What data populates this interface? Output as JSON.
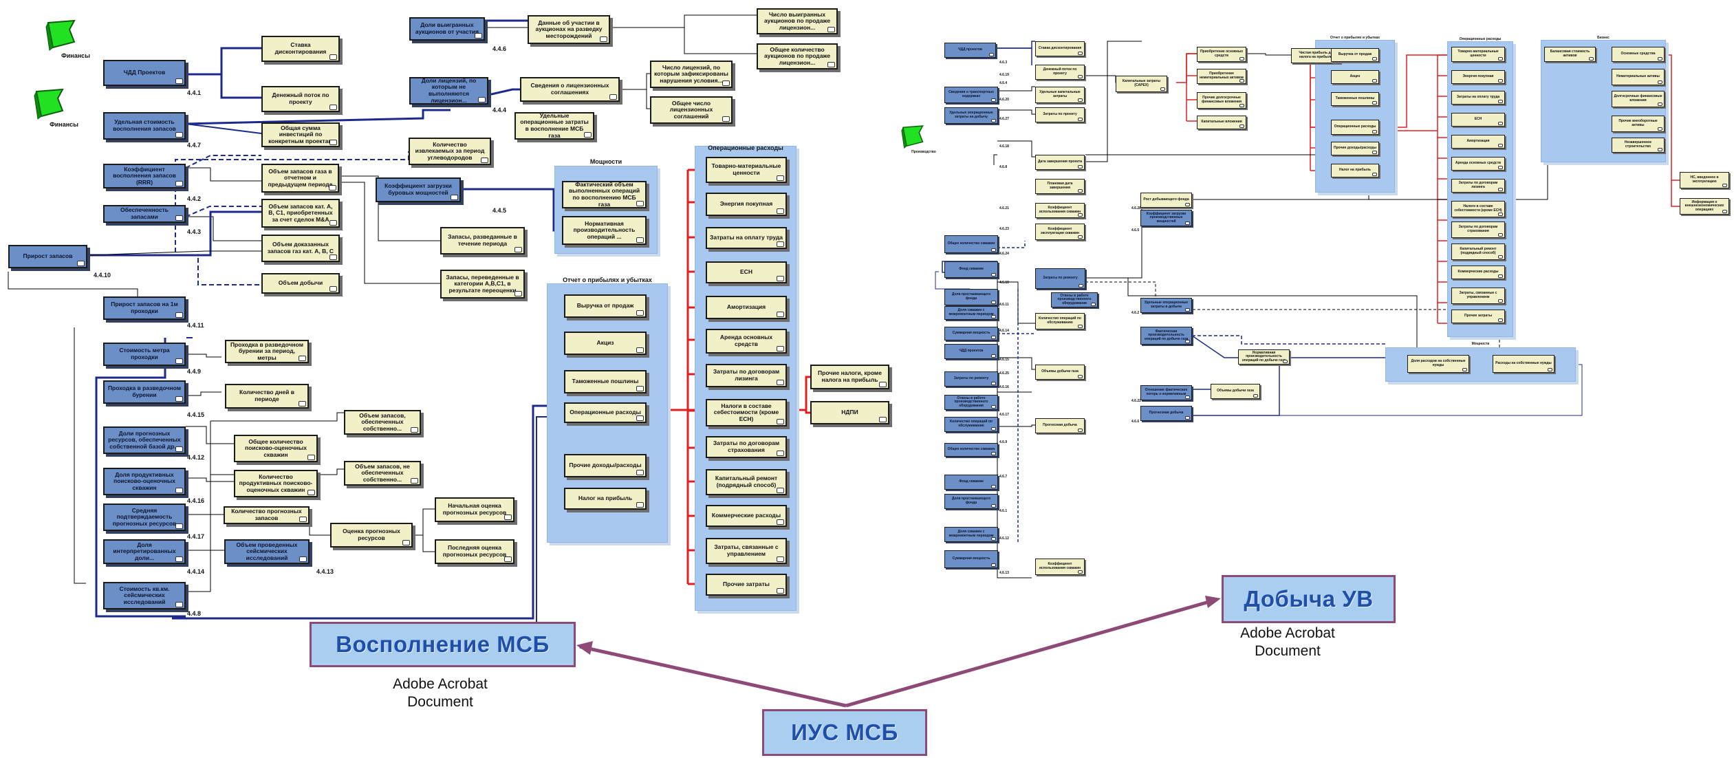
{
  "left_diagram": {
    "icon_labels": [
      "Финансы",
      "Финансы"
    ],
    "panel_titles": {
      "left": "Отчет о прибылях и убытках",
      "right": "Операционные расходы",
      "mid": "Мощности"
    },
    "codes": [
      "4.4.1",
      "4.4.7",
      "4.4.2",
      "4.4.3",
      "4.4.10",
      "4.4.6",
      "4.4.4",
      "4.4.5",
      "4.4.11",
      "4.4.9",
      "4.4.15",
      "4.4.12",
      "4.4.16",
      "4.4.17",
      "4.4.14",
      "4.4.13",
      "4.4.8"
    ],
    "nodes": [
      "ЧДД Проектов",
      "Ставка дисконтирования",
      "Денежный поток по проекту",
      "Удельная стоимость восполнения запасов",
      "Общая сумма инвестиций по конкретным проектам",
      "Коэффициент восполнения запасов (RRR)",
      "Объем запасов газа в отчетном и предыдущем периоде",
      "Обеспеченность запасами",
      "Объем запасов кат. А, В, С1, приобретенных за счет сделок M&A",
      "Прирост запасов",
      "Объем доказанных запасов газ кат. А, В, С",
      "Объем добычи",
      "Доли выигранных аукционов от участия",
      "Данные об участии в аукционах на разведку месторождений",
      "Число выигранных аукционов по продаже лицензион...",
      "Общее количество аукционов по продаже лицензион...",
      "Доли лицензий, по которым не выполняются лицензион...",
      "Сведения о лицензионных соглашениях",
      "Число лицензий, по которым зафиксированы нарушения условия...",
      "Общее число лицензионных соглашений",
      "Удельные операционные затраты в восполнение МСБ газа",
      "Количество извлекаемых за период углеводородов",
      "Коэффициент загрузки буровых мощностей",
      "Фактический объем выполненных операций по восполнению МСБ газа",
      "Нормативная производительность операций ...",
      "Запасы, разведанные в течение периода",
      "Запасы, переведенные в категории А,В,С1, в результате переоценки",
      "Прирост запасов на 1м проходки",
      "Стоимость метра проходки",
      "Проходка в разведочном бурении за период, метры",
      "Проходка в разведочном бурении",
      "Количество дней в периоде",
      "Доли прогнозных ресурсов, обеспеченных собственной базой др...",
      "Общее количество поисково-оценочных скважин",
      "Объем запасов, обеспеченных собственно...",
      "Доля продуктивных поисково-оценочных скважин",
      "Количество продуктивных поисково-оценочных скважин",
      "Объем запасов, не обеспеченных собственно...",
      "Средняя подтверждаемость прогнозных ресурсов",
      "Количество прогнозных запасов",
      "Оценка прогнозных ресурсов",
      "Начальная оценка прогнозных ресурсов",
      "Последняя оценка прогнозных ресурсов",
      "Доля интерпретированных доли...",
      "Объем проведенных сейсмических исследований",
      "Стоимость кв.км. сейсмических исследований",
      "Выручка от продаж",
      "Акциз",
      "Таможенные пошлины",
      "Операционные расходы",
      "Прочие доходы/расходы",
      "Налог на прибыль",
      "Товарно-материальные ценности",
      "Энергия покупная",
      "Затраты на оплату труда",
      "ЕСН",
      "Амортизация",
      "Аренда основных средств",
      "Затраты по договорам лизинга",
      "Налоги в составе себестоимости (кроме ЕСН)",
      "Затраты по договорам страхования",
      "Капитальный ремонт (подрядный способ)",
      "Коммерческие расходы",
      "Затраты, связанные с управлением",
      "Прочие затраты",
      "Прочие налоги, кроме налога на прибыль",
      "НДПИ"
    ]
  },
  "right_diagram": {
    "icon_label": "Производство",
    "panel_titles": [
      "Отчет о прибылях и убытках",
      "Операционные расходы",
      "Бизнес",
      "Мощности"
    ],
    "codes": [
      "4.6.3",
      "4.6.19",
      "4.6.4",
      "4.6.20",
      "4.6.27",
      "4.6.18",
      "4.6.8",
      "4.6.28",
      "4.6.21",
      "4.6.23",
      "4.6.24",
      "4.6.10",
      "4.6.11",
      "4.6.2",
      "4.6.14",
      "4.6.22",
      "4.6.6",
      "4.6.5",
      "4.6.15",
      "4.6.25",
      "4.6.16",
      "4.6.17",
      "4.6.9",
      "4.6.7",
      "4.6.1",
      "4.6.12",
      "4.6.13"
    ],
    "nodes": [
      "ЧДД проектов",
      "Ставка дисконтирования",
      "Денежный поток по проекту",
      "Капитальные затраты (CAPEX)",
      "Приобретение основных средств",
      "Приобретение нематериальных активов",
      "Прочие долгосрочные финансовые вложения",
      "Капитальные вложения",
      "Чистая прибыль до налога на прибыль",
      "Выручка от продаж",
      "Акциз",
      "Таможенные пошлины",
      "Операционные расходы",
      "Прочие доходы/расходы",
      "Налог на прибыль",
      "Товарно-материальные ценности",
      "Энергия покупная",
      "Затраты на оплату труда",
      "ЕСН",
      "Амортизация",
      "Аренда основных средств",
      "Затраты по договорам лизинга",
      "Налоги в составе себестоимости (кроме ЕСН)",
      "Затраты по договорам страхования",
      "Капитальный ремонт (подрядный способ)",
      "Коммерческие расходы",
      "Затраты, связанные с управлением",
      "Прочие затраты",
      "Балансовая стоимость активов",
      "Основные средства",
      "Нематериальные активы",
      "Долгосрочные финансовые вложения",
      "Прочие внеоборотные активы",
      "Незавершенное строительство",
      "НС, введенное в эксплуатацию",
      "Информация о внешнеэкономических операциях",
      "Сведения о транспортных издержках",
      "Удельные операционные затраты на добычу",
      "Удельные капитальные затраты",
      "Затраты по проекту",
      "Дата завершения проекта",
      "Плановая дата завершения",
      "Коэффициент использования скважин",
      "Коэффициент эксплуатации скважин",
      "Рост добывающего фонда",
      "Коэффициент загрузки производственных мощностей",
      "Удельные операционные затраты в добыче",
      "Фактическая производительность операций по добыче газа",
      "Нормативная производительность операций по добыче газа",
      "Доля расходов на собственные нужды",
      "Расходы на собственные нужды",
      "Отношение фактических потерь к нормативным",
      "Объемы добычи газа",
      "Прогнозная добыча",
      "Затраты по ремонту",
      "Отказы в работе производственного оборудования",
      "Количество операций по обслуживанию",
      "Общее количество скважин",
      "Фонд скважин",
      "Доля простаивающего фонда",
      "Доля скважин с межремонтным периодом",
      "Суммарная мощность"
    ]
  },
  "labels": {
    "left_link": "Восполнение МСБ",
    "right_link": "Добыча УВ",
    "center": "ИУС МСБ",
    "left_doc_line1": "Adobe Acrobat",
    "left_doc_line2": "Document",
    "right_doc_line1": "Adobe Acrobat",
    "right_doc_line2": "Document"
  },
  "colors": {
    "node_fill": "#f2f0c8",
    "kpi_fill": "#6d8fc7",
    "panel_fill": "#a9c8ef",
    "link_blue": "#1d2a8c",
    "link_red": "#e02020",
    "big_button_fill": "#a9cef0",
    "big_button_border": "#8e4a77",
    "big_button_text": "#1f4fa8",
    "icon_green": "#22e022"
  }
}
